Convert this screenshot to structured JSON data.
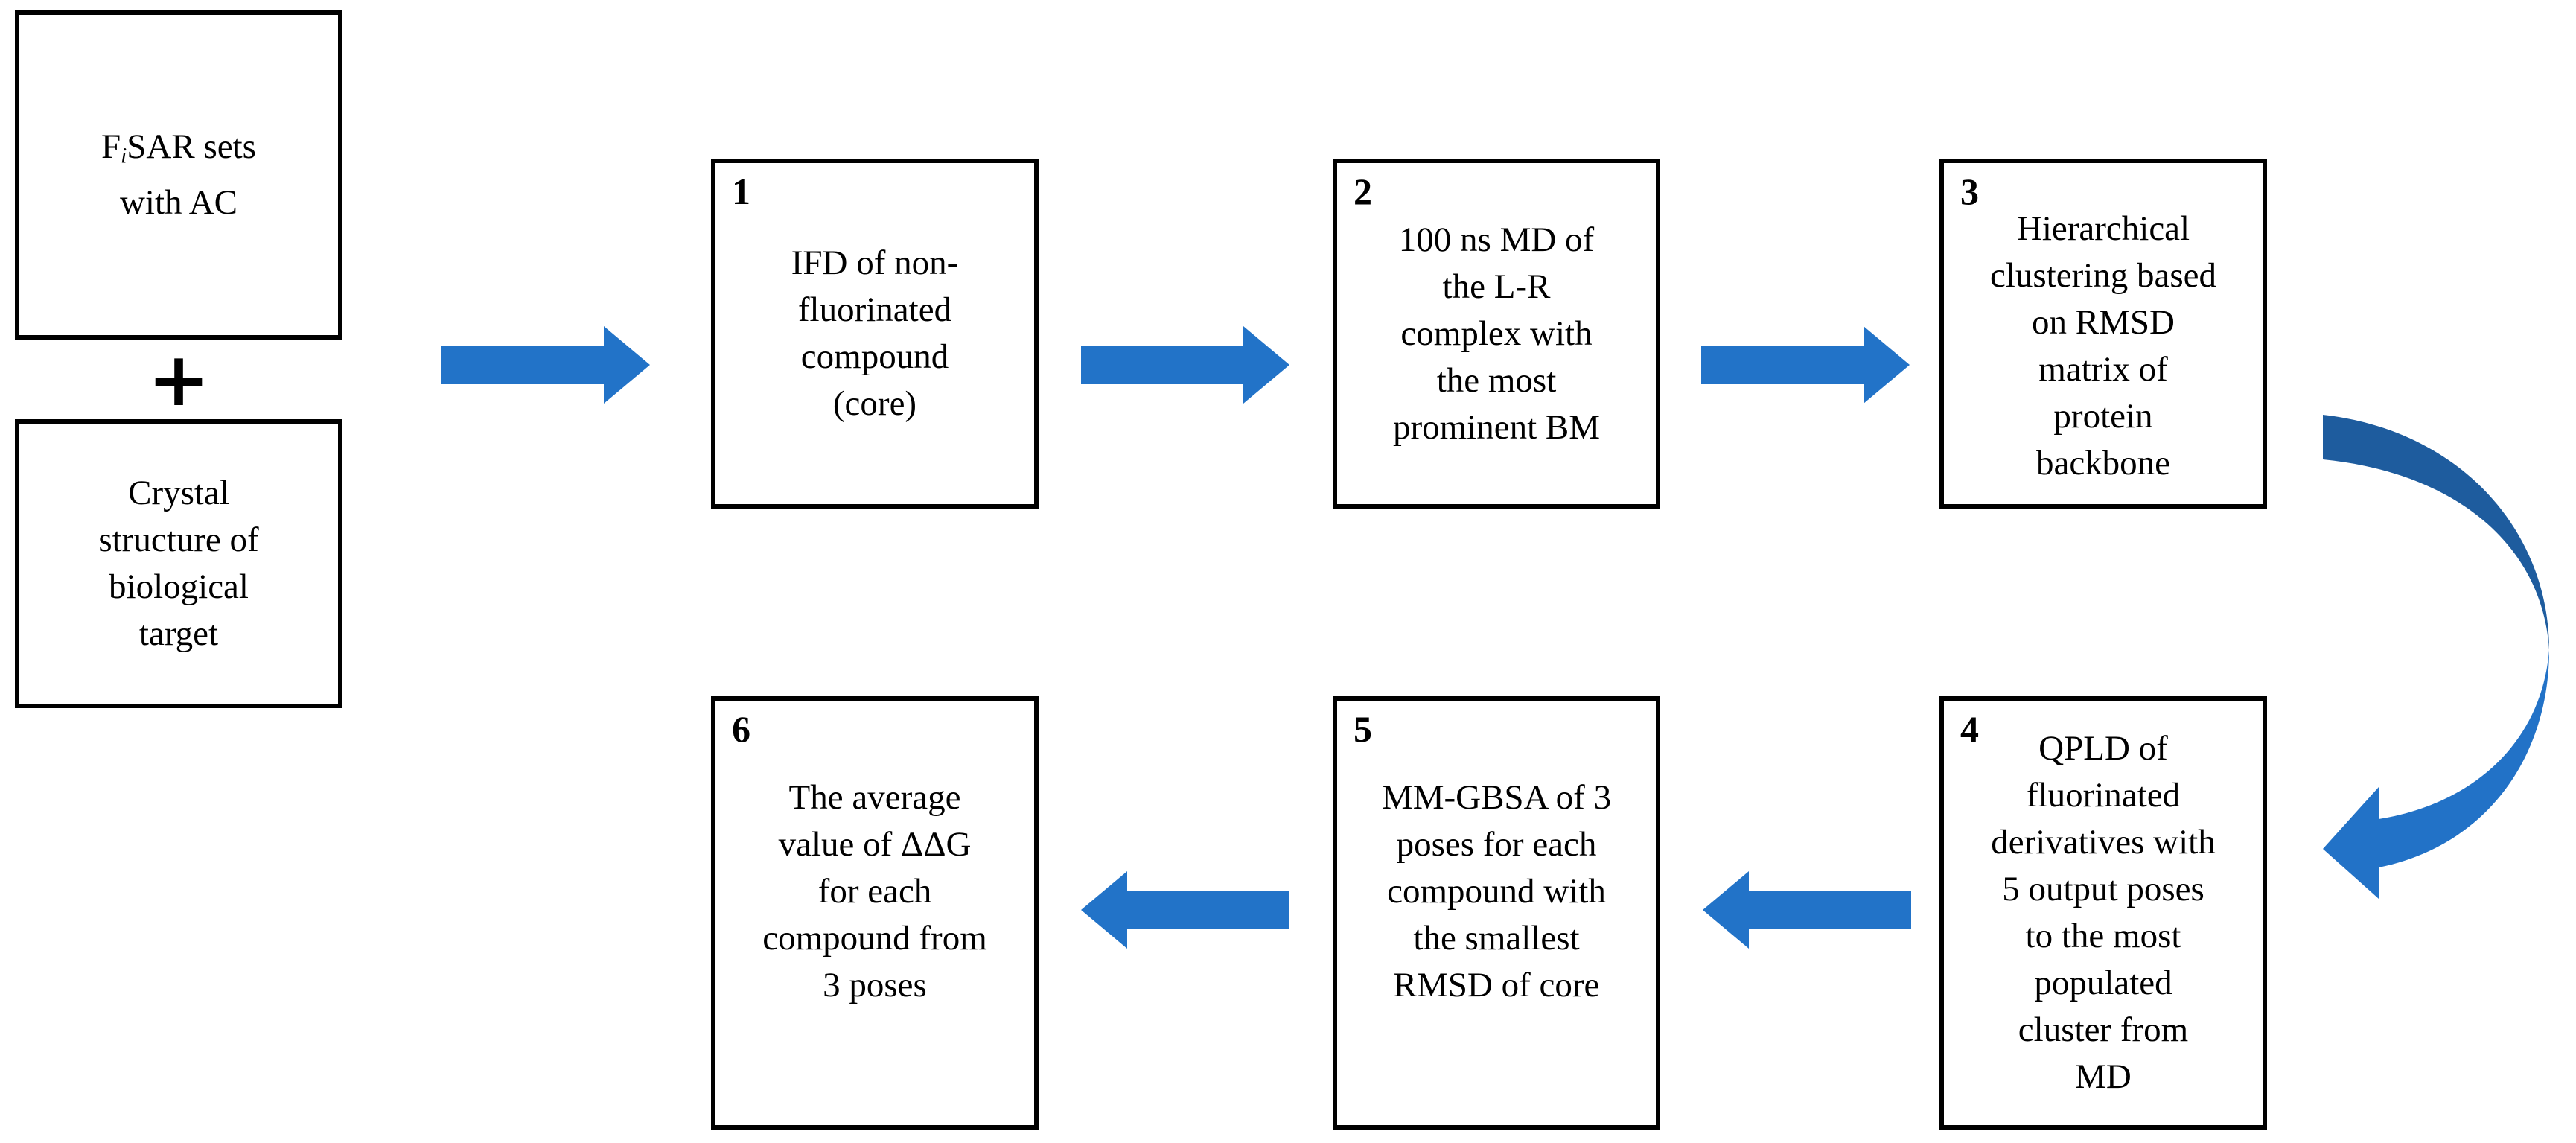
{
  "colors": {
    "arrow": "#2273C8",
    "curve_dark": "#1E5C9E",
    "curve_light": "#2272C7",
    "box_border": "#000000",
    "background": "#FFFFFF",
    "text": "#000000"
  },
  "inputs": {
    "compound_sets": {
      "prefix": "F",
      "sub": "i",
      "rest": "SAR sets",
      "line2": "with AC"
    },
    "plus": "+",
    "crystal": {
      "lines": [
        "Crystal",
        "structure of",
        "biological",
        "target"
      ]
    }
  },
  "steps": [
    {
      "number": "1",
      "lines": [
        "IFD of non-",
        "fluorinated",
        "compound",
        "(core)"
      ]
    },
    {
      "number": "2",
      "lines": [
        "100 ns MD of",
        "the L-R",
        "complex with",
        "the most",
        "prominent BM"
      ]
    },
    {
      "number": "3",
      "lines": [
        "Hierarchical",
        "clustering based",
        "on RMSD",
        "matrix of",
        "protein",
        "backbone"
      ]
    },
    {
      "number": "4",
      "lines": [
        "QPLD of",
        "fluorinated",
        "derivatives with",
        "5 output poses",
        "to the most",
        "populated",
        "cluster from",
        "MD"
      ]
    },
    {
      "number": "5",
      "lines": [
        "MM-GBSA of 3",
        "poses for each",
        "compound with",
        "the smallest",
        "RMSD of core"
      ]
    },
    {
      "number": "6",
      "lines": [
        "The average",
        "value of ΔΔG",
        "for each",
        "compound from",
        "3 poses"
      ]
    }
  ]
}
